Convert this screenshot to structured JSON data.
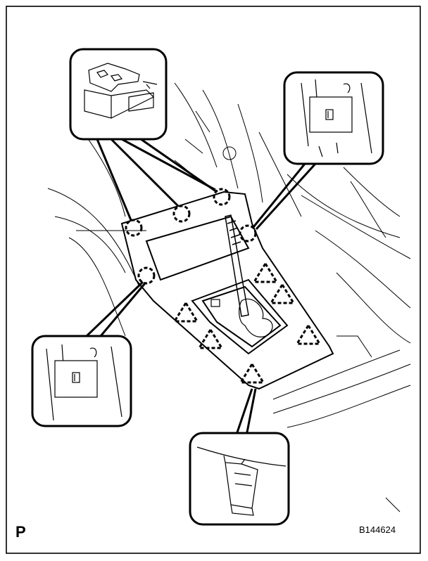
{
  "diagram": {
    "corner_label": "P",
    "figure_id": "B144624"
  },
  "legend": {
    "clip_marker": "dashed-circle",
    "claw_marker": "dashed-triangle"
  },
  "colors": {
    "ink": "#000000",
    "background": "#ffffff"
  }
}
